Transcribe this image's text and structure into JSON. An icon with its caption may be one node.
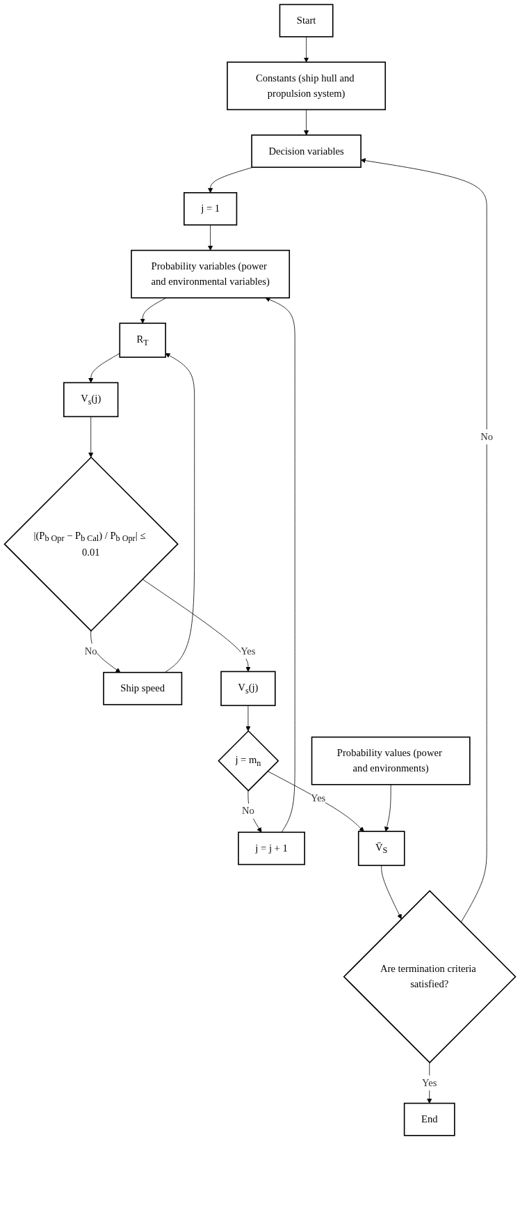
{
  "diagram": {
    "nodes": [
      {
        "text": [
          "Start"
        ]
      },
      {
        "text": [
          "Constants (ship hull and propulsion system)"
        ]
      },
      {
        "text": [
          "Decision variables"
        ]
      },
      {
        "text": [
          "j = 1"
        ]
      },
      {
        "text": [
          "Probability variables (power and environmental variables)"
        ]
      },
      {
        "text": [
          "Ship speed"
        ]
      },
      {
        "text": [
          "R$_{T}$"
        ]
      },
      {
        "text": [
          "V$_{s}$(j)"
        ]
      },
      {
        "text": [
          "|(P$_{b Opr}$ − P$_{b Cal}$) / P$_{b Opr}$| ≤ 0.01"
        ]
      },
      {
        "text": [
          "V$_{s}$(j)"
        ]
      },
      {
        "text": [
          "j = m$_{n}$"
        ]
      },
      {
        "text": [
          "j = j + 1"
        ]
      },
      {
        "text": [
          "Probability values (power and environments)"
        ]
      },
      {
        "text": [
          "V̄$_{S}$"
        ]
      },
      {
        "text": [
          "Are termination criteria satisfied?"
        ]
      },
      {
        "text": [
          "End"
        ]
      }
    ],
    "edges": [
      {
        "from": 0,
        "to": 1,
        "arrow": "to"
      },
      {
        "from": 1,
        "to": 2,
        "arrow": "to"
      },
      {
        "from": 2,
        "to": 3,
        "arrow": "to"
      },
      {
        "from": 3,
        "to": 4,
        "arrow": "to"
      },
      {
        "from": 4,
        "to": 6,
        "arrow": "to"
      },
      {
        "from": 5,
        "to": 6,
        "arrow": "to"
      },
      {
        "from": 6,
        "to": 7,
        "arrow": "to"
      },
      {
        "from": 7,
        "to": 8,
        "arrow": "to"
      },
      {
        "from": 8,
        "to": 5,
        "arrow": "to",
        "label": "No"
      },
      {
        "from": 8,
        "to": 9,
        "arrow": "to",
        "label": "Yes"
      },
      {
        "from": 9,
        "to": 10,
        "arrow": "to"
      },
      {
        "from": 10,
        "to": 11,
        "arrow": "to",
        "label": "No"
      },
      {
        "from": 11,
        "to": 4,
        "arrow": "to"
      },
      {
        "from": 10,
        "to": 13,
        "arrow": "to",
        "label": "Yes"
      },
      {
        "from": 12,
        "to": 13,
        "arrow": "to"
      },
      {
        "from": 13,
        "to": 14,
        "arrow": "to"
      },
      {
        "from": 14,
        "to": 15,
        "arrow": "to",
        "label": "Yes"
      },
      {
        "from": 14,
        "to": 2,
        "arrow": "to",
        "label": "No"
      }
    ]
  }
}
